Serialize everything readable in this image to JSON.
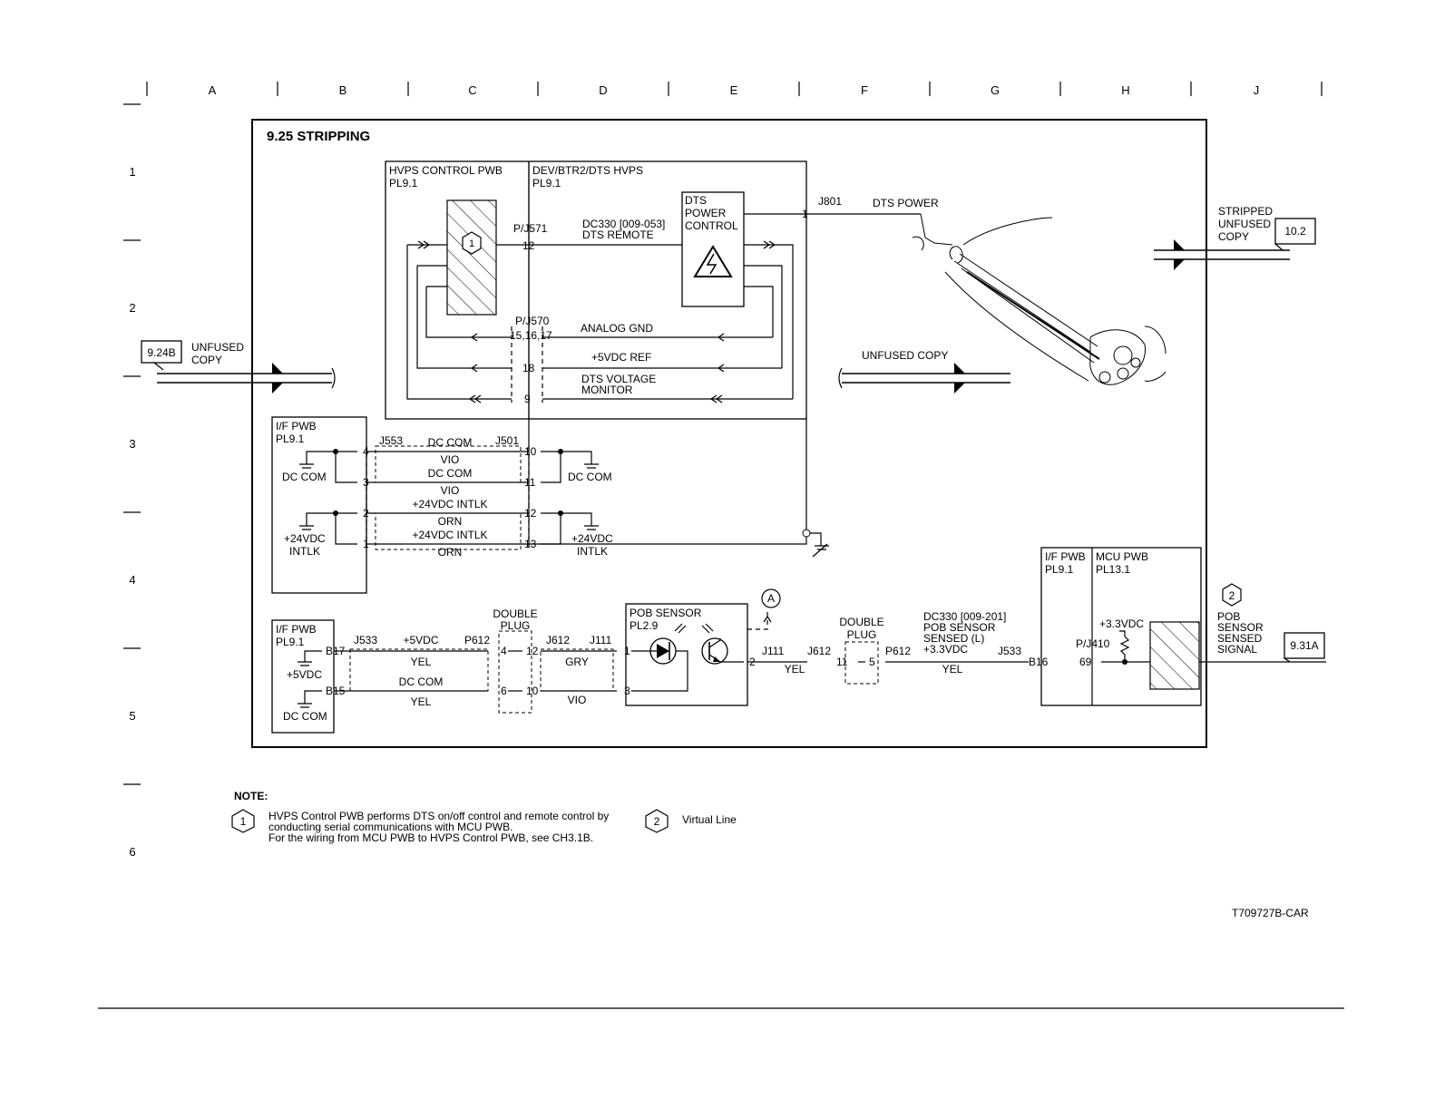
{
  "grid": {
    "columns": [
      "A",
      "B",
      "C",
      "D",
      "E",
      "F",
      "G",
      "H",
      "J"
    ],
    "rows": [
      "1",
      "2",
      "3",
      "4",
      "5",
      "6"
    ]
  },
  "title": "9.25 STRIPPING",
  "hvps": {
    "ctrl_name": "HVPS CONTROL PWB",
    "ctrl_pl": "PL9.1",
    "hvps_name": "DEV/BTR2/DTS HVPS",
    "hvps_pl": "PL9.1",
    "dts_l1": "DTS",
    "dts_l2": "POWER",
    "dts_l3": "CONTROL",
    "pj571": "P/J571",
    "pin12": "12",
    "remote_l1": "DC330 [009-053]",
    "remote_l2": "DTS REMOTE",
    "pj570": "P/J570",
    "pins_gnd": "15,16,17",
    "analog_gnd": "ANALOG GND",
    "pin18": "18",
    "ref": "+5VDC REF",
    "pin9": "9",
    "mon_l1": "DTS VOLTAGE",
    "mon_l2": "MONITOR",
    "j801": "J801",
    "pin1": "1",
    "dts_power": "DTS POWER"
  },
  "io": {
    "in_ref": "9.24B",
    "in_l1": "UNFUSED",
    "in_l2": "COPY",
    "out_l1": "STRIPPED",
    "out_l2": "UNFUSED",
    "out_l3": "COPY",
    "out_ref": "10.2",
    "unfused_copy": "UNFUSED COPY"
  },
  "ifpwb_top": {
    "name": "I/F PWB",
    "pl": "PL9.1",
    "j553": "J553",
    "j501": "J501",
    "dc_com": "DC COM",
    "v24_l1": "+24VDC",
    "v24_l2": "INTLK",
    "p4": "4",
    "p3": "3",
    "p2": "2",
    "p1": "1",
    "p10": "10",
    "p11": "11",
    "p12": "12",
    "p13": "13",
    "w1_name": "DC COM",
    "w1_color": "VIO",
    "w2_name": "DC COM",
    "w2_color": "VIO",
    "w3_name": "+24VDC INTLK",
    "w3_color": "ORN",
    "w4_name": "+24VDC INTLK",
    "w4_color": "ORN"
  },
  "pob": {
    "if_name": "I/F PWB",
    "if_pl": "PL9.1",
    "j533": "J533",
    "b17": "B17",
    "b15": "B15",
    "v5": "+5VDC",
    "dc_com": "DC COM",
    "w_v5": "+5VDC",
    "w_yel": "YEL",
    "w_dccom": "DC COM",
    "w_yel2": "YEL",
    "p612": "P612",
    "dp_l1": "DOUBLE",
    "dp_l2": "PLUG",
    "p4": "4",
    "p12": "12",
    "p6": "6",
    "p10": "10",
    "j612": "J612",
    "j111": "J111",
    "gry": "GRY",
    "vio": "VIO",
    "sens_name": "POB SENSOR",
    "sens_pl": "PL2.9",
    "s1": "1",
    "s2": "2",
    "s3": "3",
    "a_mark": "A",
    "j111b": "J111",
    "j612b": "J612",
    "yel": "YEL",
    "dp2_l1": "DOUBLE",
    "dp2_l2": "PLUG",
    "p11": "11",
    "p5": "5",
    "p612b": "P612",
    "dc330_l1": "DC330 [009-201]",
    "dc330_l2": "POB SENSOR",
    "dc330_l3": "SENSED (L)",
    "dc330_l4": "+3.3VDC",
    "yel2": "YEL",
    "j533b": "J533",
    "b16": "B16",
    "ifp_name": "I/F PWB",
    "ifp_pl": "PL9.1",
    "mcu_name": "MCU PWB",
    "mcu_pl": "PL13.1",
    "v33": "+3.3VDC",
    "pj410": "P/J410",
    "p69": "69",
    "note2": "2",
    "sig_l1": "POB",
    "sig_l2": "SENSOR",
    "sig_l3": "SENSED",
    "sig_l4": "SIGNAL",
    "sig_ref": "9.31A"
  },
  "notes": {
    "heading": "NOTE:",
    "n1_num": "1",
    "n1_l1": "HVPS Control PWB performs DTS on/off control and remote control by",
    "n1_l2": "conducting serial communications with MCU PWB.",
    "n1_l3": "For the wiring from MCU PWB to HVPS Control PWB, see CH3.1B.",
    "n2_num": "2",
    "n2_text": "Virtual Line",
    "marker1": "1"
  },
  "figure_id": "T709727B-CAR"
}
